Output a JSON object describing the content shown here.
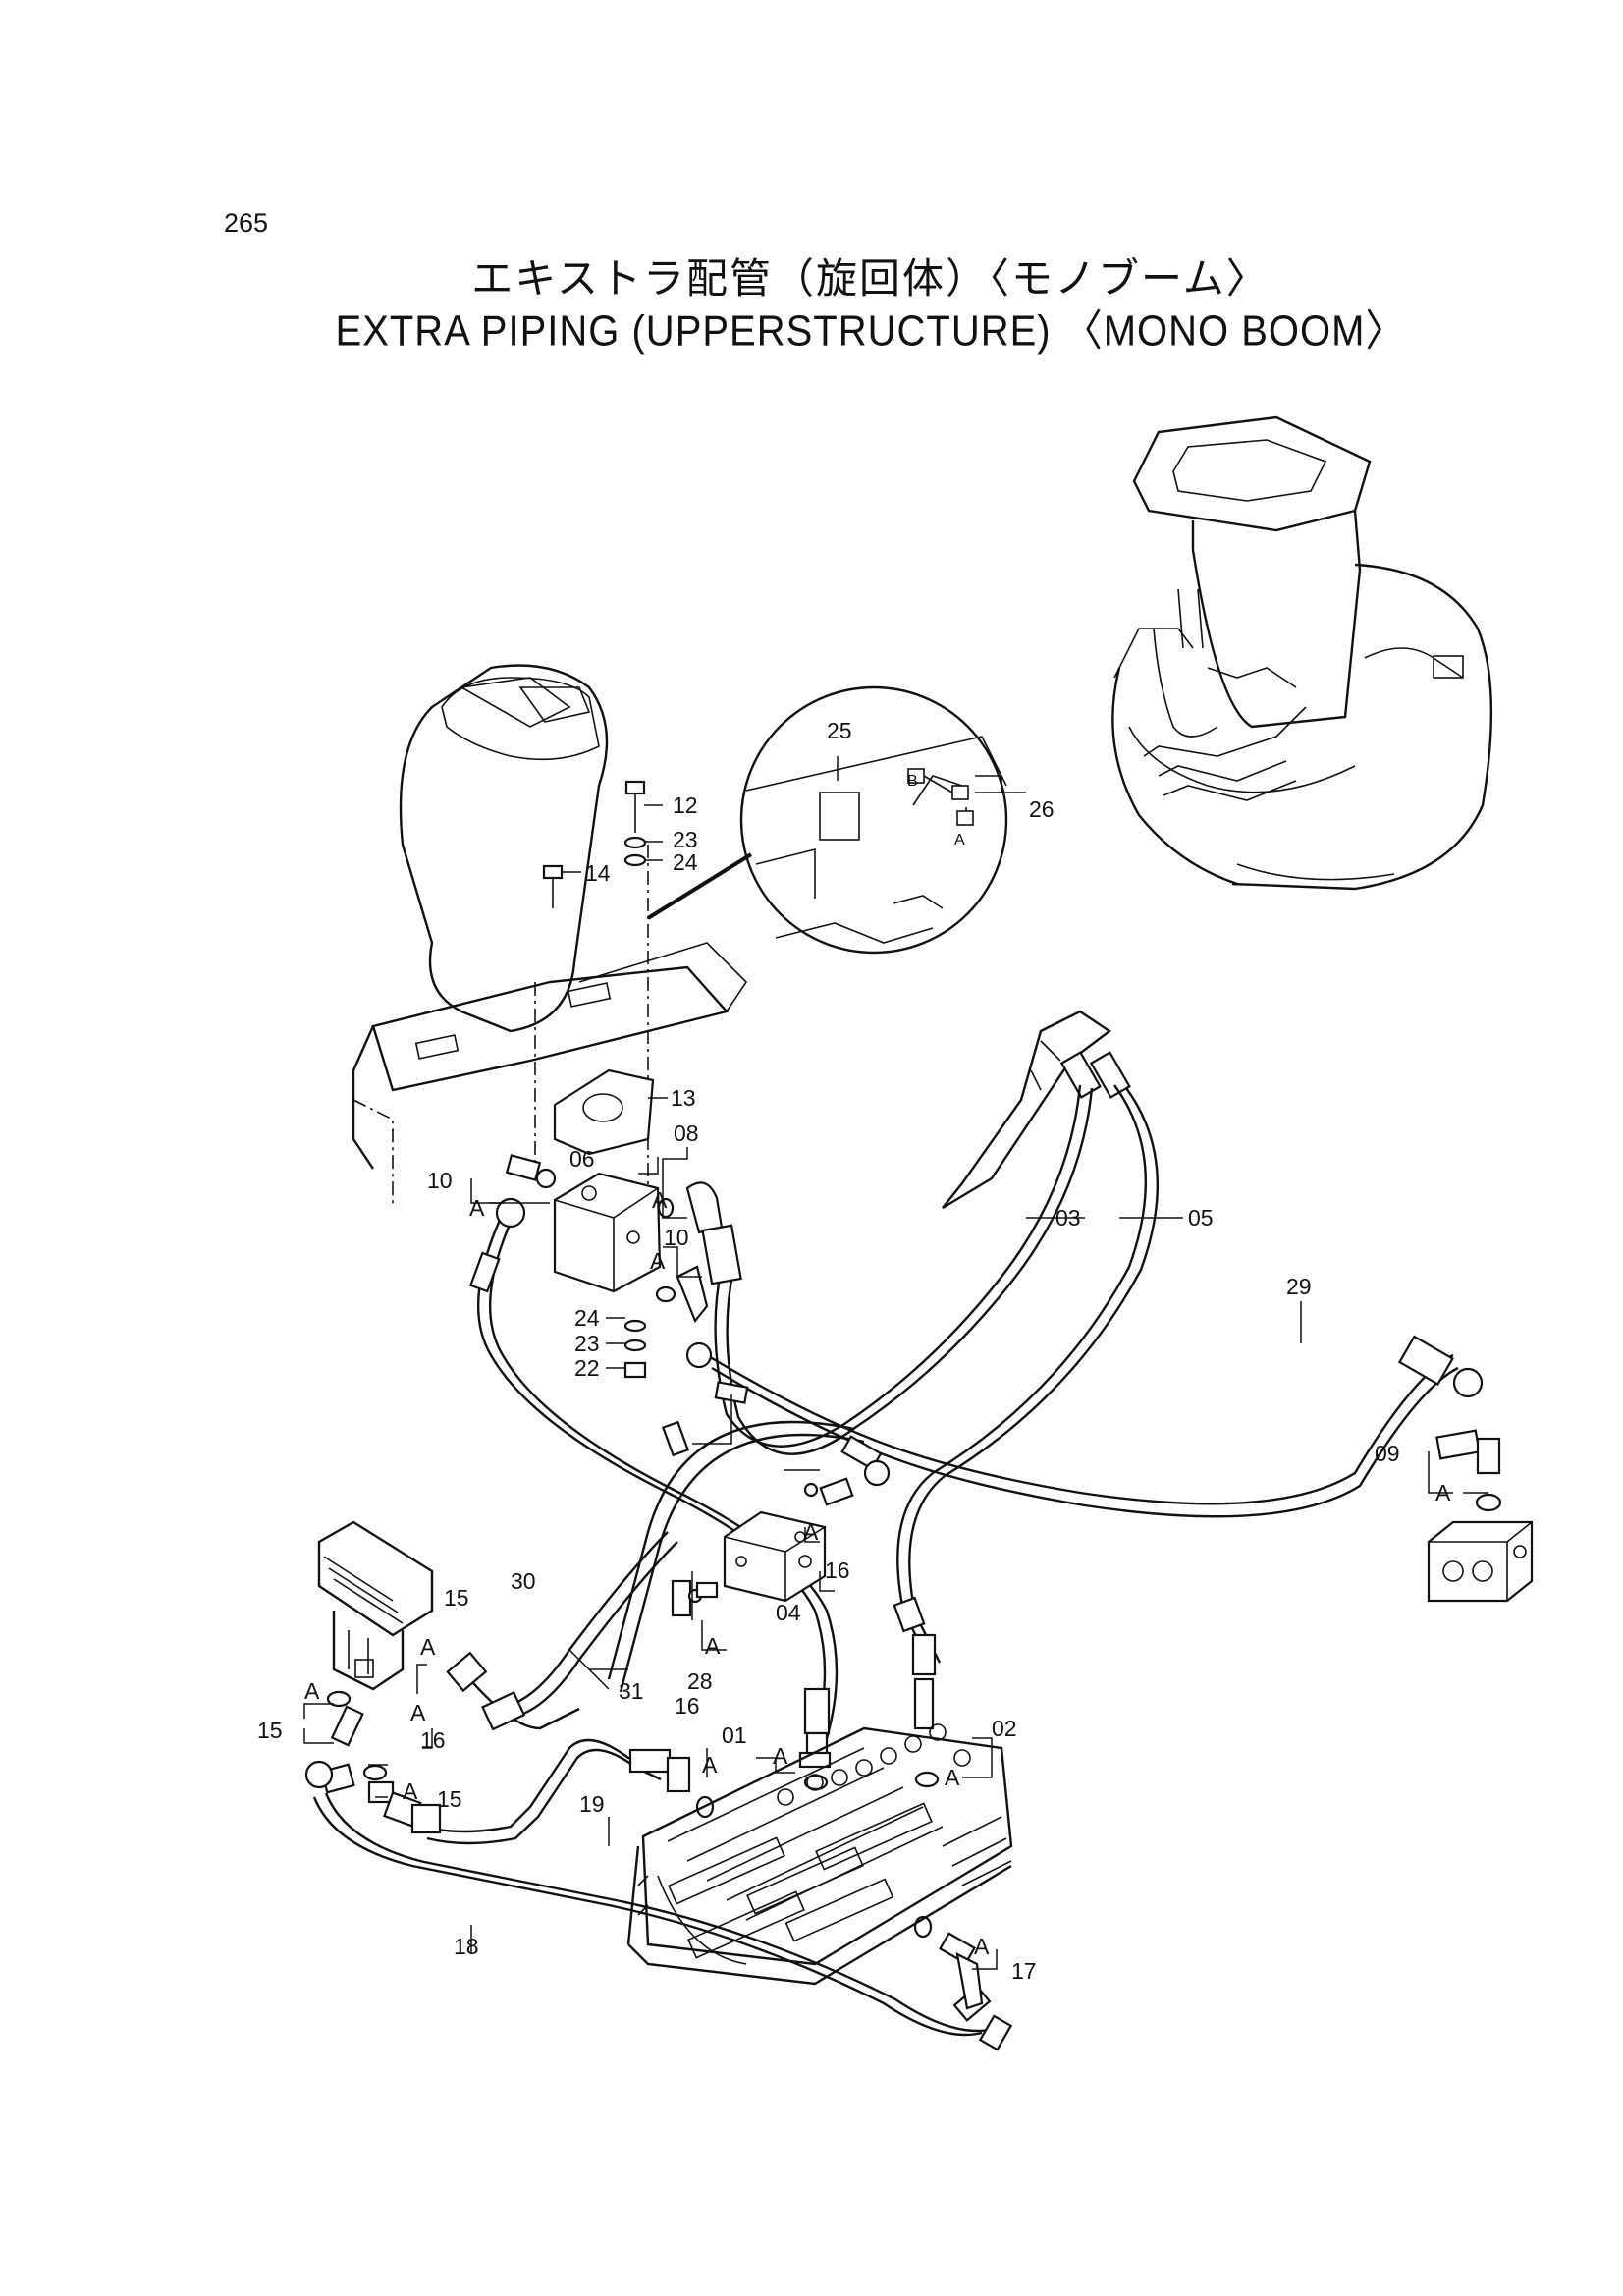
{
  "page_number": "265",
  "title_jp": "エキストラ配管（旋回体）〈モノブーム〉",
  "title_en": "EXTRA PIPING (UPPERSTRUCTURE) 〈MONO BOOM〉",
  "callouts": {
    "p01": "01",
    "p02": "02",
    "p03": "03",
    "p04": "04",
    "p05": "05",
    "p06": "06",
    "p08": "08",
    "p09": "09",
    "p10a": "10",
    "p10b": "10",
    "p12": "12",
    "p13": "13",
    "p14": "14",
    "p15a": "15",
    "p15b": "15",
    "p15c": "15",
    "p16a": "16",
    "p16b": "16",
    "p16c": "16",
    "p17": "17",
    "p18": "18",
    "p19": "19",
    "p22": "22",
    "p23a": "23",
    "p23b": "23",
    "p24a": "24",
    "p24b": "24",
    "p25": "25",
    "p26": "26",
    "p28": "28",
    "p29": "29",
    "p30": "30",
    "p31": "31",
    "a": "A",
    "b": "B"
  }
}
